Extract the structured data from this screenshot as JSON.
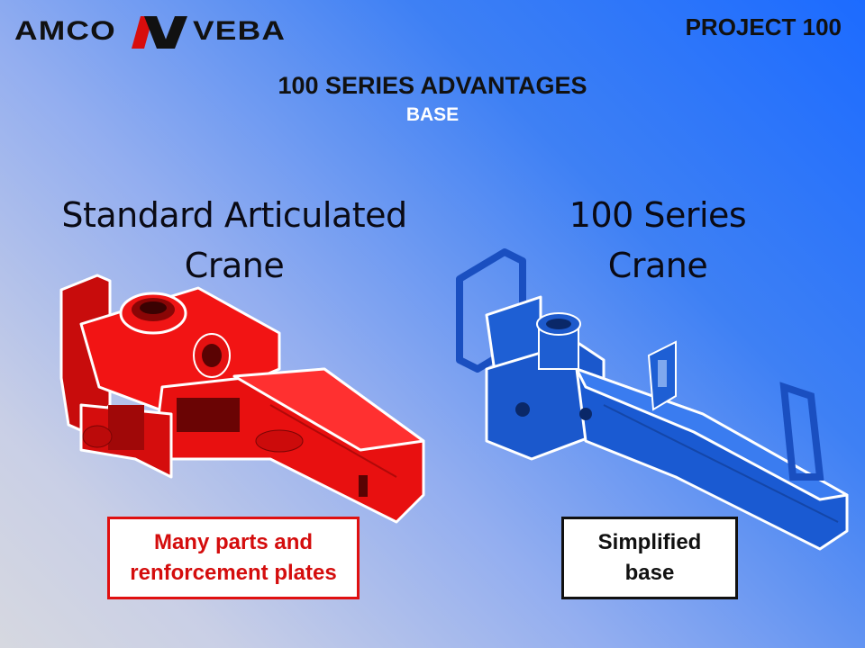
{
  "logo": {
    "left_text": "AMCO",
    "right_text": "VEBA",
    "mark_colors": [
      "#d80d0d",
      "#111111"
    ]
  },
  "header": {
    "project": "PROJECT 100",
    "title": "100 SERIES ADVANTAGES",
    "subtitle": "BASE"
  },
  "columns": {
    "left": {
      "heading_line1": "Standard Articulated",
      "heading_line2": "Crane",
      "image_color": "#ee1010",
      "callout_line1": "Many parts and",
      "callout_line2": "renforcement plates"
    },
    "right": {
      "heading_line1": "100 Series",
      "heading_line2": "Crane",
      "image_color": "#1a5fd6",
      "callout_line1": "Simplified",
      "callout_line2": "base"
    }
  }
}
